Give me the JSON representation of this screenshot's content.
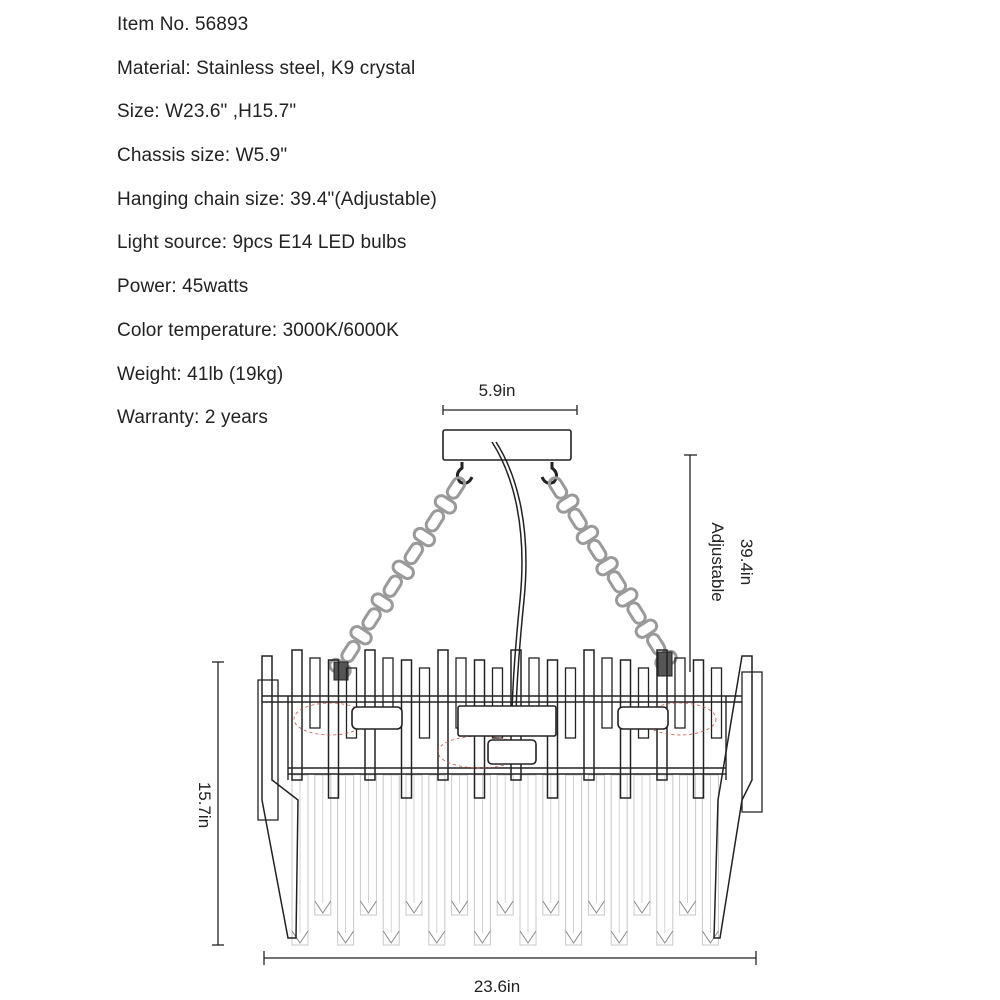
{
  "specs": [
    "Item No. 56893",
    "Material: Stainless steel, K9 crystal",
    "Size: W23.6\" ,H15.7\"",
    "Chassis size: W5.9\"",
    "Hanging chain size: 39.4\"(Adjustable)",
    "Light source: 9pcs E14 LED bulbs",
    "Power: 45watts",
    "Color temperature: 3000K/6000K",
    "Weight: 41lb (19kg)",
    "Warranty: 2 years"
  ],
  "dimensions": {
    "chassis_width": "5.9in",
    "chain_length": "39.4in",
    "chain_note": "Adjustable",
    "height": "15.7in",
    "width": "23.6in"
  },
  "colors": {
    "line": "#222222",
    "chain": "#9a9a9a",
    "crystal": "#c8c8c8",
    "bulb": "#d24a3a"
  }
}
